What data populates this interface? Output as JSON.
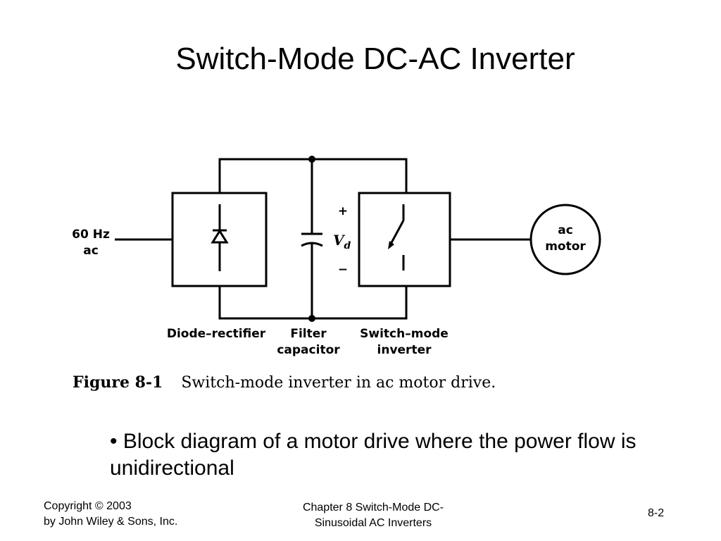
{
  "slide": {
    "title": "Switch-Mode DC-AC Inverter",
    "bullet": "Block diagram of a motor drive where the power flow is unidirectional",
    "bullet_marker": "•"
  },
  "diagram": {
    "input_label_line1": "60 Hz",
    "input_label_line2": "ac",
    "plus_sign": "+",
    "minus_sign": "−",
    "voltage_symbol": "V",
    "voltage_subscript": "d",
    "motor_label_line1": "ac",
    "motor_label_line2": "motor",
    "rectifier_label": "Diode–rectifier",
    "capacitor_label_line1": "Filter",
    "capacitor_label_line2": "capacitor",
    "inverter_label_line1": "Switch–mode",
    "inverter_label_line2": "inverter"
  },
  "caption": {
    "number": "Figure 8-1",
    "text": "Switch-mode inverter in ac motor drive."
  },
  "footer": {
    "copyright_line1": "Copyright © 2003",
    "copyright_line2": "by John Wiley & Sons, Inc.",
    "chapter_line1": "Chapter 8 Switch-Mode DC-",
    "chapter_line2": "Sinusoidal AC Inverters",
    "page_number": "8-2"
  }
}
